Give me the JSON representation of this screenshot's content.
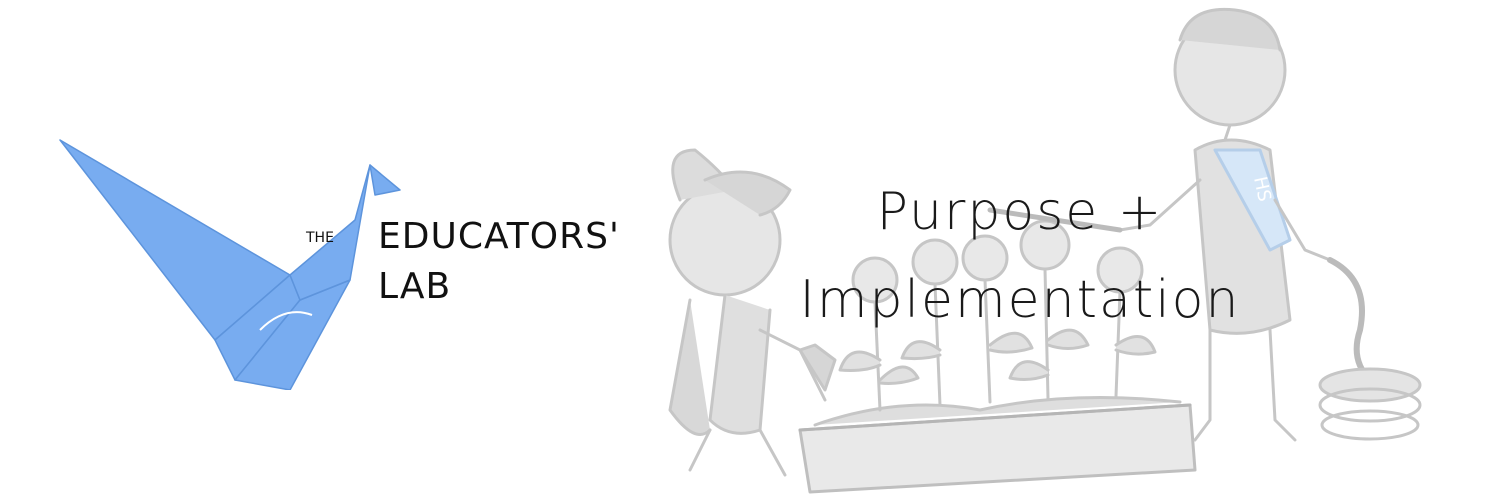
{
  "logo": {
    "small_word": "THE",
    "line1": "EDUCATORS'",
    "line2": "LAB",
    "bird_color": "#78acf0"
  },
  "banner": {
    "title_line1": "Purpose +",
    "title_line2": "Implementation"
  },
  "illustration": {
    "sash_text": "HS",
    "figure_color": "#c8c8c8",
    "sash_color": "#cfe3f7"
  }
}
